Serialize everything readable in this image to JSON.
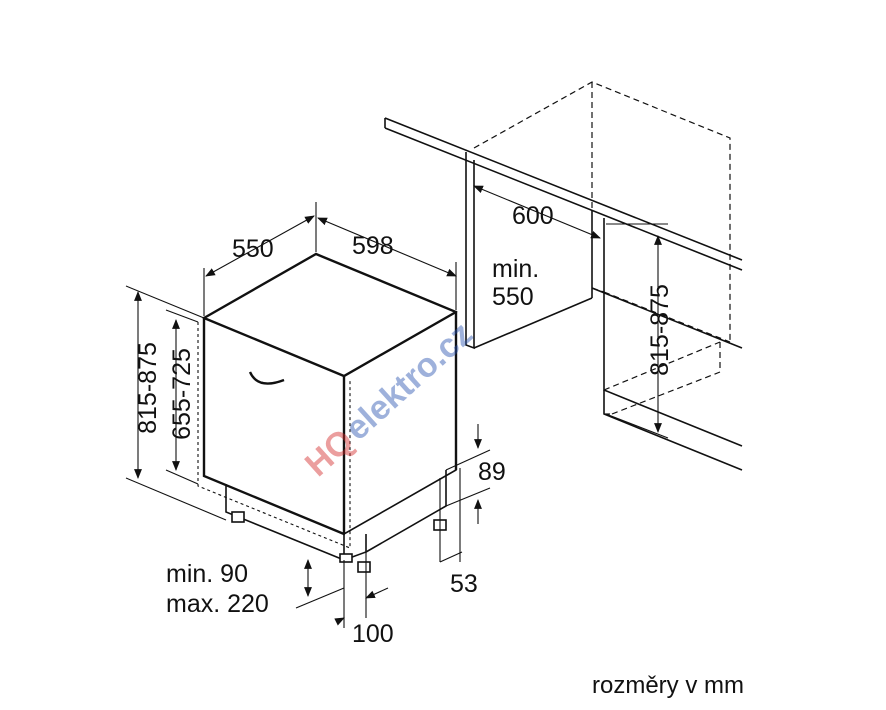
{
  "dimensions": {
    "depth": "550",
    "width": "598",
    "niche_width": "600",
    "niche_min_depth_line1": "min.",
    "niche_min_depth_line2": "550",
    "height_outer": "815-875",
    "height_door": "655-725",
    "niche_height": "815-875",
    "plinth_top": "89",
    "plinth_bottom": "53",
    "foot_height_line1": "min. 90",
    "foot_height_line2": "max. 220",
    "foot_setback": "100"
  },
  "units_caption": "rozměry v mm",
  "watermark": {
    "hq": "HQ",
    "brand": "elektro.cz",
    "colors": {
      "hq": "#d42a2a",
      "brand": "#2a55b0"
    }
  }
}
